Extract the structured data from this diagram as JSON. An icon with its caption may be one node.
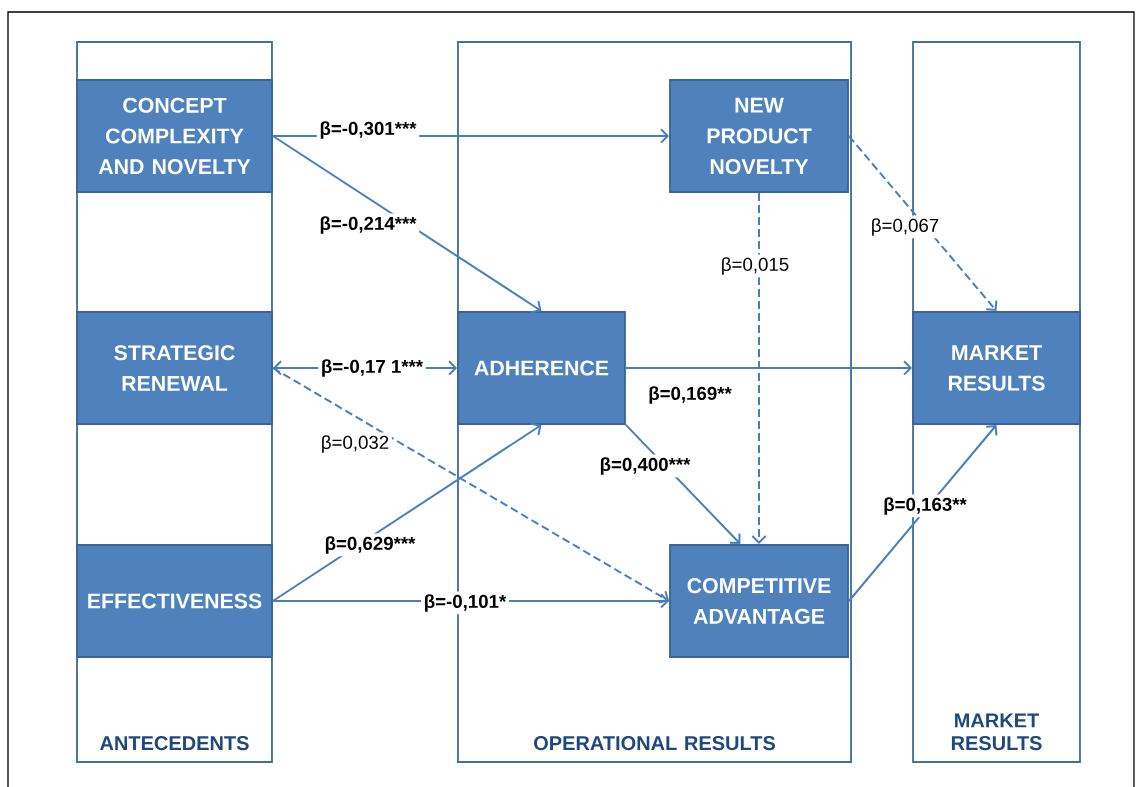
{
  "diagram": {
    "nodes": [
      {
        "text": [
          "ANTECEDENTS"
        ]
      },
      {
        "text": [
          "CONCEPT COMPLEXITY AND NOVELTY"
        ],
        "in": 0
      },
      {
        "text": [
          "STRATEGIC RENEWAL"
        ],
        "in": 0
      },
      {
        "text": [
          "EFFECTIVENESS"
        ],
        "in": 0
      },
      {
        "text": [
          "OPERATIONAL RESULTS"
        ]
      },
      {
        "text": [
          "NEW PRODUCT NOVELTY"
        ],
        "in": 4
      },
      {
        "text": [
          "ADHERENCE"
        ],
        "in": 4
      },
      {
        "text": [
          "COMPETITIVE ADVANTAGE"
        ],
        "in": 4
      },
      {
        "text": [
          "MARKET RESULTS"
        ]
      },
      {
        "text": [
          "MARKET RESULTS"
        ],
        "in": 8
      }
    ],
    "edges": [
      {
        "from": 1,
        "to": 5,
        "arrow": "to",
        "label": "β=-0,301***"
      },
      {
        "from": 1,
        "to": 6,
        "arrow": "to",
        "label": "β=-0,214***"
      },
      {
        "from": 2,
        "to": 6,
        "arrow": "both",
        "label": "β=-0,17 1***"
      },
      {
        "from": 2,
        "to": 7,
        "arrow": "to",
        "label": "β=0,032",
        "style": "dashed"
      },
      {
        "from": 3,
        "to": 6,
        "arrow": "to",
        "label": "β=0,629***"
      },
      {
        "from": 3,
        "to": 7,
        "arrow": "to",
        "label": "β=-0,101*"
      },
      {
        "from": 5,
        "to": 9,
        "arrow": "to",
        "label": "β=0,067",
        "style": "dashed"
      },
      {
        "from": 5,
        "to": 7,
        "arrow": "to",
        "label": "β=0,015",
        "style": "dashed"
      },
      {
        "from": 6,
        "to": 9,
        "arrow": "to",
        "label": "β=0,169**"
      },
      {
        "from": 6,
        "to": 7,
        "arrow": "to",
        "label": "β=0,400***"
      },
      {
        "from": 7,
        "to": 9,
        "arrow": "to",
        "label": "β=0,163**"
      }
    ]
  }
}
